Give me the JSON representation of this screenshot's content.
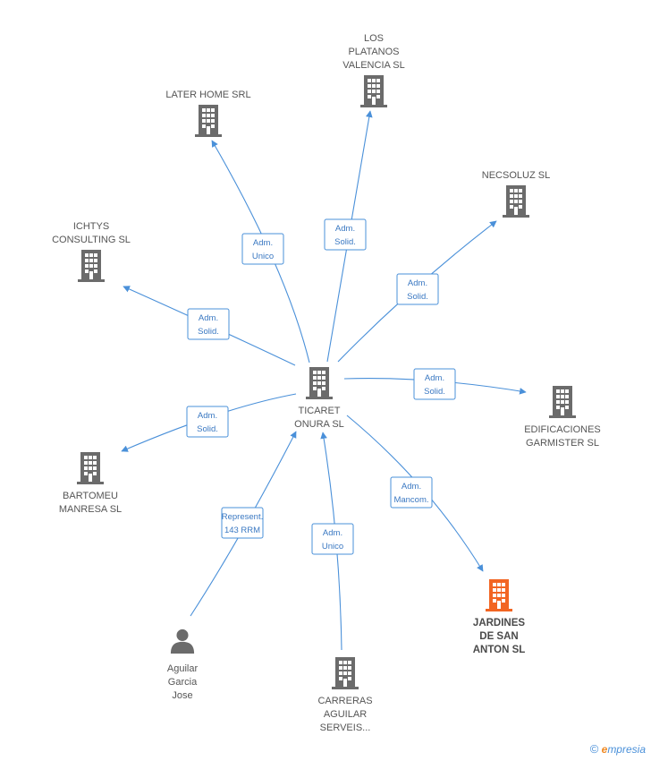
{
  "center": {
    "label": [
      "TICARET",
      "ONURA SL"
    ],
    "icon": "building-icon"
  },
  "nodes": [
    {
      "id": "later-home",
      "label": [
        "LATER HOME SRL"
      ],
      "icon": "building-icon"
    },
    {
      "id": "los-platanos",
      "label": [
        "LOS",
        "PLATANOS",
        "VALENCIA SL"
      ],
      "icon": "building-icon"
    },
    {
      "id": "necsoluz",
      "label": [
        "NECSOLUZ SL"
      ],
      "icon": "building-icon"
    },
    {
      "id": "ichtys",
      "label": [
        "ICHTYS",
        "CONSULTING SL"
      ],
      "icon": "building-icon"
    },
    {
      "id": "edificaciones",
      "label": [
        "EDIFICACIONES",
        "GARMISTER SL"
      ],
      "icon": "building-icon"
    },
    {
      "id": "bartomeu",
      "label": [
        "BARTOMEU",
        "MANRESA SL"
      ],
      "icon": "building-icon"
    },
    {
      "id": "jardines",
      "label": [
        "JARDINES",
        "DE SAN",
        "ANTON SL"
      ],
      "icon": "building-icon",
      "highlight": true
    },
    {
      "id": "aguilar",
      "label": [
        "Aguilar",
        "Garcia",
        "Jose"
      ],
      "icon": "person-icon"
    },
    {
      "id": "carreras",
      "label": [
        "CARRERAS",
        "AGUILAR",
        "SERVEIS..."
      ],
      "icon": "building-icon"
    }
  ],
  "edges": [
    {
      "to": "later-home",
      "label": [
        "Adm.",
        "Unico"
      ]
    },
    {
      "to": "los-platanos",
      "label": [
        "Adm.",
        "Solid."
      ]
    },
    {
      "to": "necsoluz",
      "label": [
        "Adm.",
        "Solid."
      ]
    },
    {
      "to": "ichtys",
      "label": [
        "Adm.",
        "Solid."
      ]
    },
    {
      "to": "edificaciones",
      "label": [
        "Adm.",
        "Solid."
      ]
    },
    {
      "to": "bartomeu",
      "label": [
        "Adm.",
        "Solid."
      ]
    },
    {
      "to": "jardines",
      "label": [
        "Adm.",
        "Mancom."
      ]
    },
    {
      "from": "aguilar",
      "label": [
        "Represent.",
        "143 RRM"
      ]
    },
    {
      "from": "carreras",
      "label": [
        "Adm.",
        "Unico"
      ]
    }
  ],
  "colors": {
    "edge": "#4a90d9",
    "icon": "#6b6b6b",
    "highlight": "#f26522",
    "label": "#555555"
  },
  "watermark": {
    "copyright": "©",
    "brand_first": "e",
    "brand_rest": "mpresia"
  }
}
